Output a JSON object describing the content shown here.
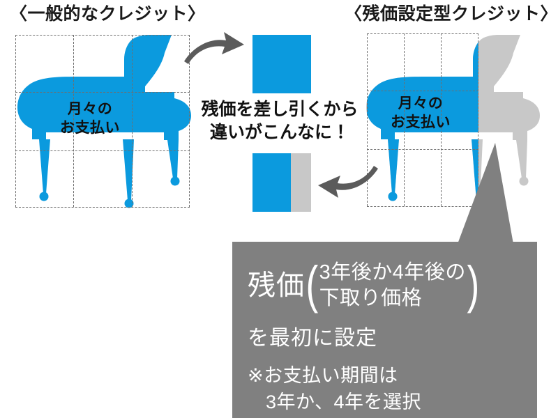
{
  "colors": {
    "blue": "#0b9ade",
    "light_gray": "#c8c8c8",
    "dark_gray": "#808080",
    "arrow_gray": "#5b5b5b",
    "text_dark": "#111111",
    "grid_dash": "#6e6e6e",
    "white": "#ffffff"
  },
  "panels": {
    "left": {
      "title": "〈一般的なクレジット〉",
      "piano_label_line1": "月々の",
      "piano_label_line2": "お支払い",
      "piano_icon": "grand-piano-icon",
      "grid": "dashed-measure-grid"
    },
    "right": {
      "title": "〈残価設定型クレジット〉",
      "piano_label_line1": "月々の",
      "piano_label_line2": "お支払い",
      "piano_icon": "grand-piano-icon",
      "grid": "dashed-measure-grid"
    }
  },
  "center": {
    "headline_line1": "残価を差し引くから",
    "headline_line2": "違いがこんなに！",
    "arrow_top": "curved-arrow-right-icon",
    "arrow_bottom": "curved-arrow-left-icon",
    "bar_top": {
      "label": "full-payment-bar",
      "segments": [
        {
          "name": "monthly-payment",
          "color": "#0b9ade",
          "percent": 100
        }
      ]
    },
    "bar_bottom": {
      "label": "residual-value-bar",
      "segments": [
        {
          "name": "monthly-payment",
          "color": "#0b9ade",
          "percent": 65
        },
        {
          "name": "residual-value",
          "color": "#c8c8c8",
          "percent": 35
        }
      ]
    }
  },
  "callout": {
    "zanka_word": "残価",
    "paren_open": "(",
    "paren_close": ")",
    "paren_line1": "3年後か4年後の",
    "paren_line2": "下取り価格",
    "setup_line": "を最初に設定",
    "note_line1": "※お支払い期間は",
    "note_line2": "3年か、4年を選択"
  }
}
